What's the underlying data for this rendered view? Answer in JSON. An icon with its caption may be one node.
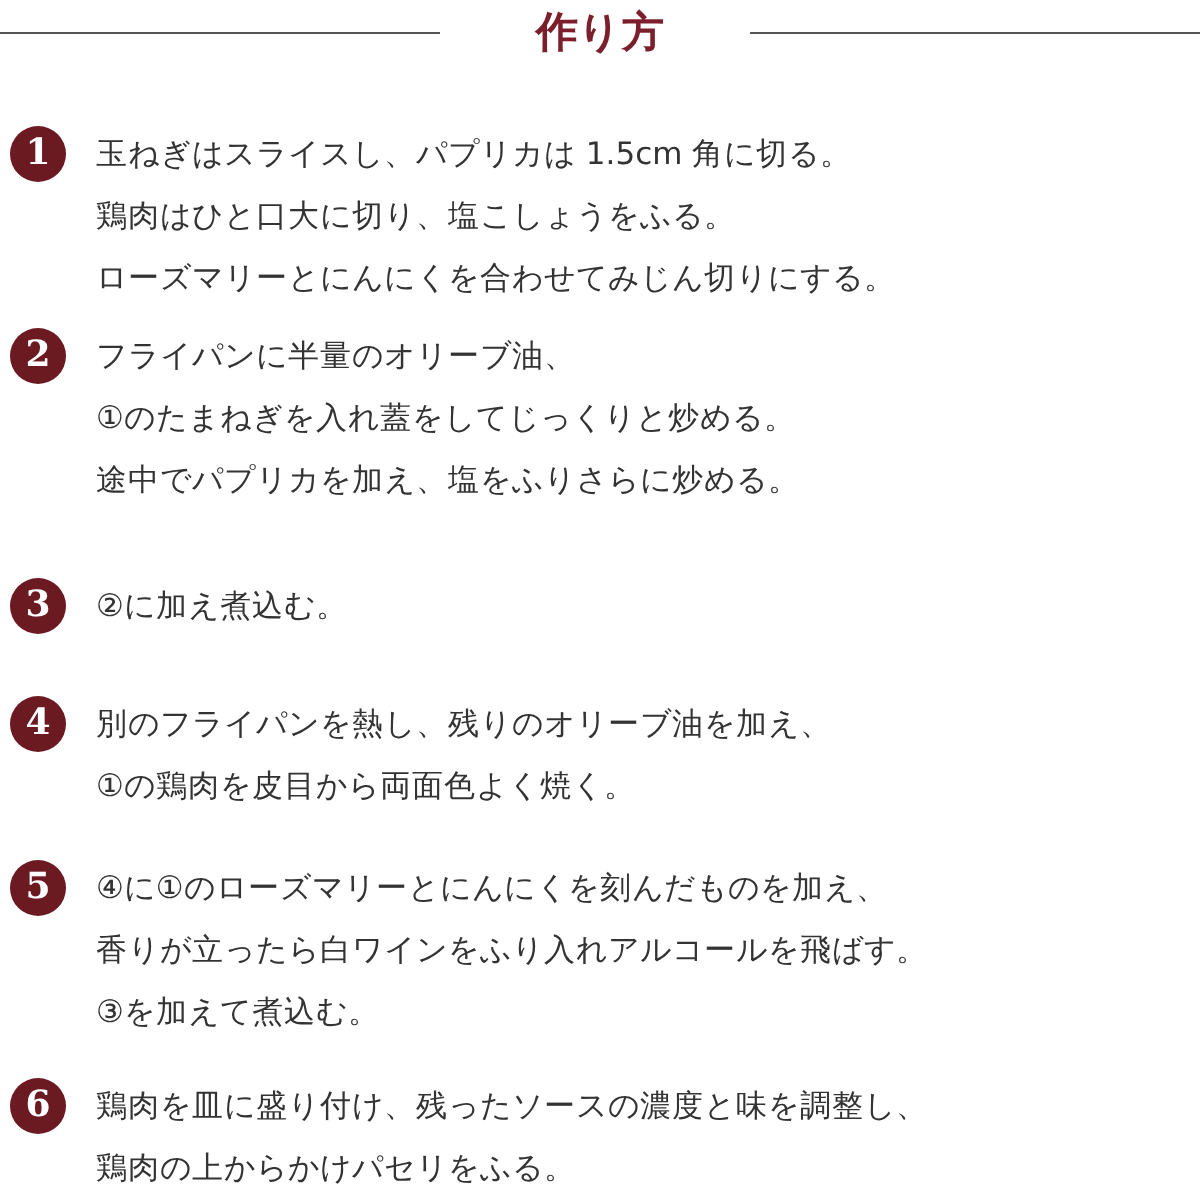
{
  "diagram": {
    "title": "作り方",
    "nodes": [
      {
        "text": [
          "1"
        ],
        "beside": [
          "玉ねぎはスライスし、パプリカは 1.5cm 角に切る。",
          "鶏肉はひと口大に切り、塩こしょうをふる。",
          "ローズマリーとにんにくを合わせてみじん切りにする。"
        ]
      },
      {
        "text": [
          "2"
        ],
        "beside": [
          "フライパンに半量のオリーブ油、",
          "①のたまねぎを入れ蓋をしてじっくりと炒める。",
          "途中でパプリカを加え、塩をふりさらに炒める。"
        ]
      },
      {
        "text": [
          "3"
        ],
        "beside": [
          "②に加え煮込む。"
        ]
      },
      {
        "text": [
          "4"
        ],
        "beside": [
          "別のフライパンを熱し、残りのオリーブ油を加え、",
          "①の鶏肉を皮目から両面色よく焼く。"
        ]
      },
      {
        "text": [
          "5"
        ],
        "beside": [
          "④に①のローズマリーとにんにくを刻んだものを加え、",
          "香りが立ったら白ワインをふり入れアルコールを飛ばす。",
          "③を加えて煮込む。"
        ]
      },
      {
        "text": [
          "6"
        ],
        "beside": [
          "鶏肉を皿に盛り付け、残ったソースの濃度と味を調整し、",
          "鶏肉の上からかけパセリをふる。"
        ]
      }
    ]
  }
}
